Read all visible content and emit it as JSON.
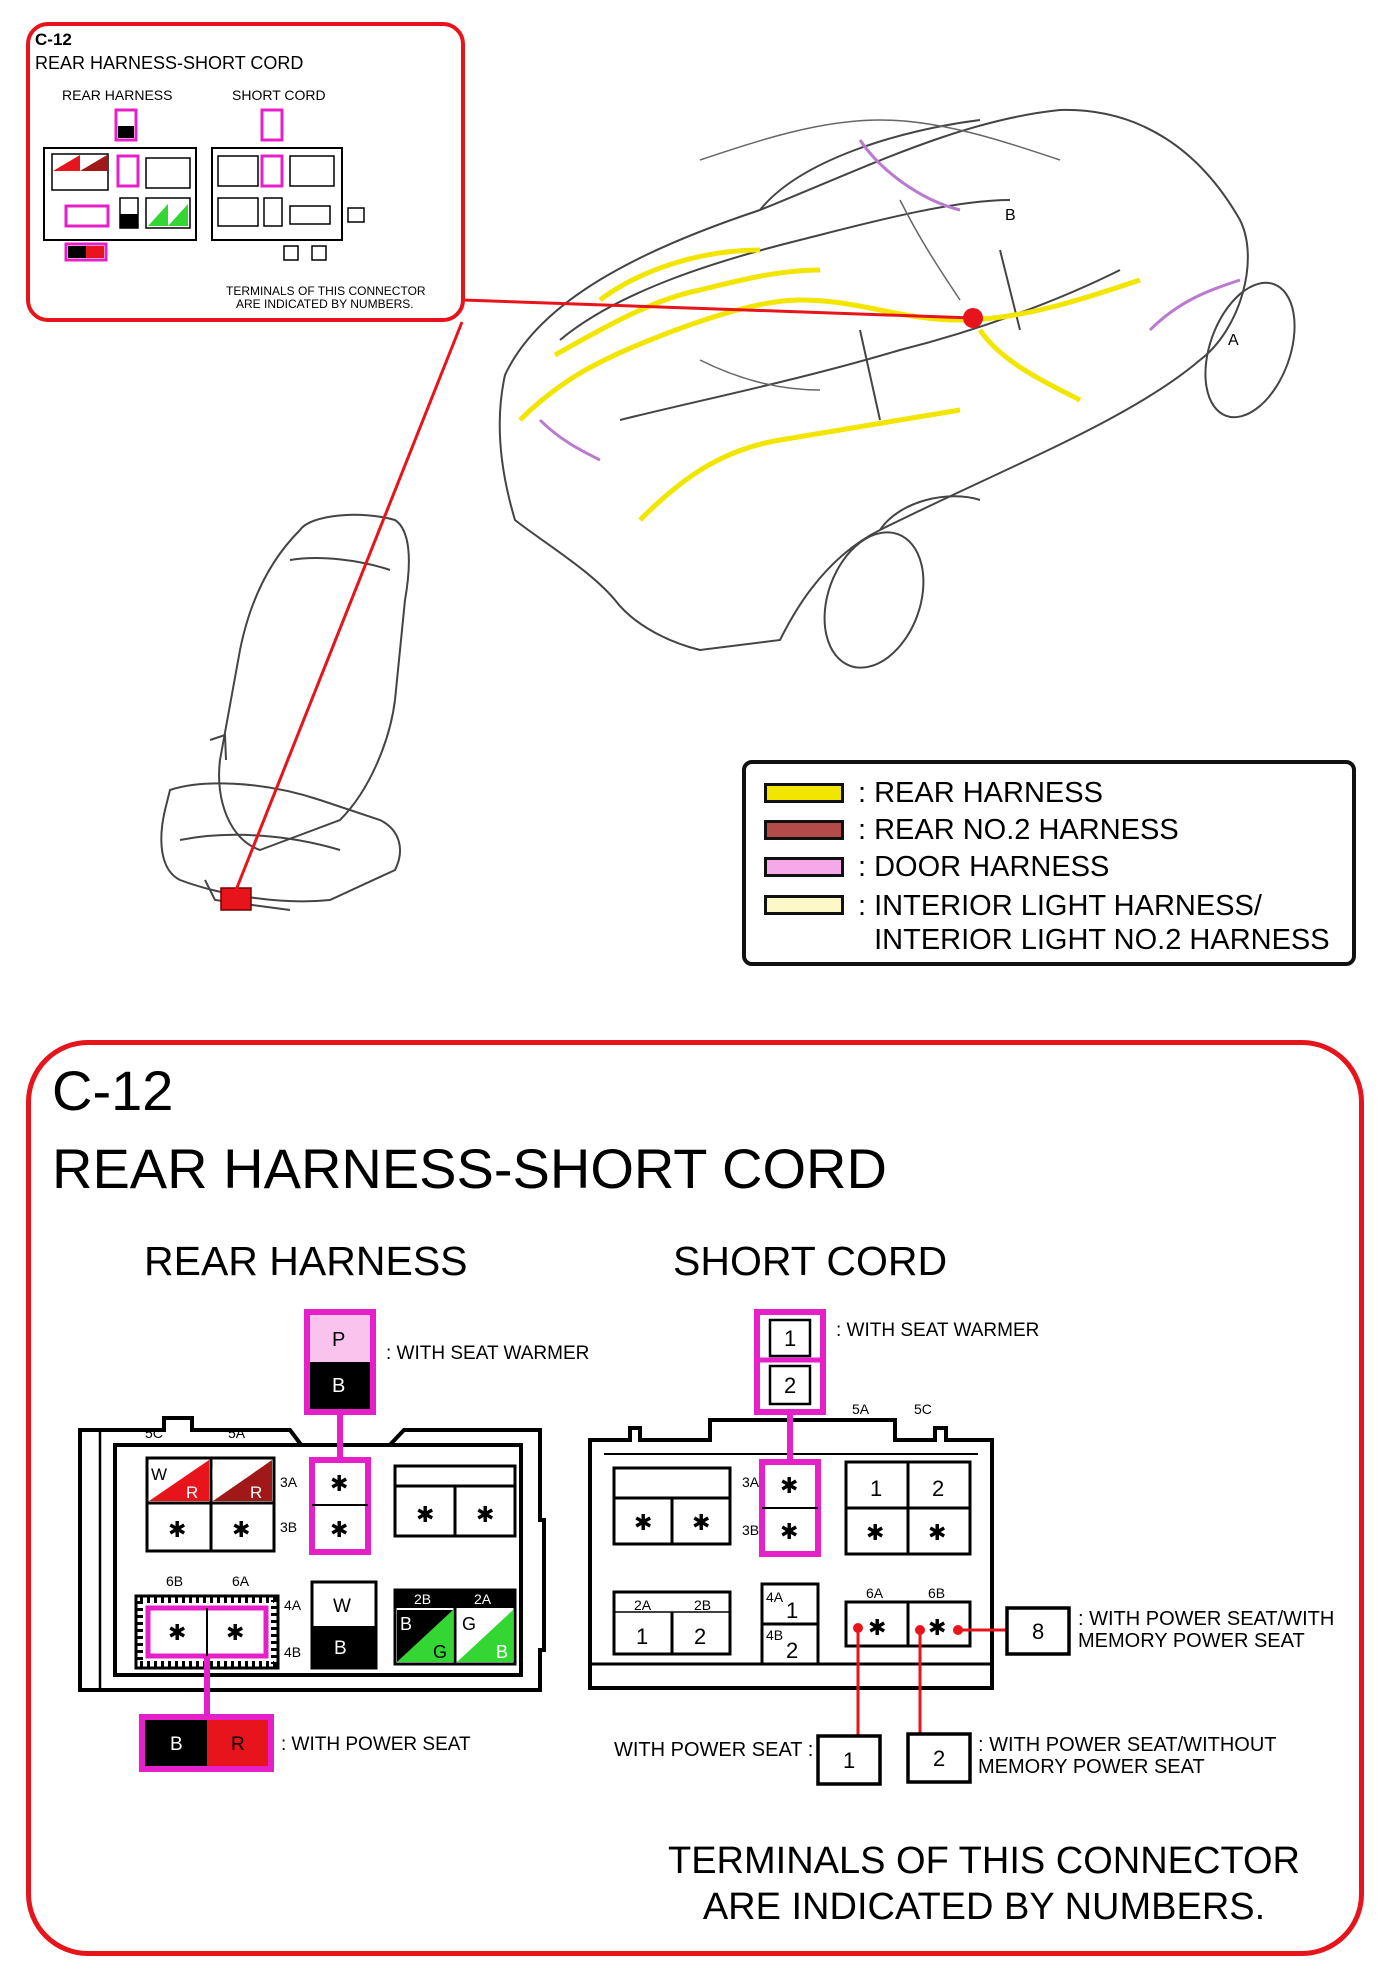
{
  "connector_id": "C-12",
  "connector_title": "REAR HARNESS-SHORT CORD",
  "rear_harness_heading": "REAR HARNESS",
  "short_cord_heading": "SHORT CORD",
  "seat_warmer_note": ": WITH SEAT WARMER",
  "power_seat_note": ": WITH POWER SEAT",
  "power_seat_with_memory_note": ": WITH POWER SEAT/WITH\nMEMORY POWER SEAT",
  "power_seat_label": "WITH POWER SEAT :",
  "power_seat_without_memory_note": ": WITH POWER SEAT/WITHOUT\nMEMORY POWER SEAT",
  "terminals_note": "TERMINALS OF THIS CONNECTOR\nARE INDICATED BY NUMBERS.",
  "star": "✱",
  "car_markers": {
    "a": "A",
    "b": "B"
  },
  "legend": [
    {
      "label": ": REAR HARNESS",
      "color": "#f2e600"
    },
    {
      "label": ": REAR NO.2 HARNESS",
      "color": "#b54a4a"
    },
    {
      "label": ": DOOR HARNESS",
      "color": "#f5a9e8"
    },
    {
      "label": ": INTERIOR LIGHT HARNESS/\n  INTERIOR LIGHT NO.2 HARNESS",
      "color": "#fdf8c8"
    }
  ],
  "rear_harness": {
    "position_labels": [
      "5C",
      "5A",
      "3A",
      "3B",
      "6B",
      "6A",
      "4A",
      "4B"
    ],
    "wire_colors": {
      "seat_warmer": [
        "P",
        "B"
      ],
      "power_seat": [
        "B",
        "R"
      ],
      "t5c": [
        "W",
        "R"
      ],
      "t5a": [
        "BR",
        "R"
      ],
      "t4": [
        "W",
        "B"
      ],
      "t2": [
        "2B",
        "2A",
        "B",
        "G",
        "G",
        "B"
      ]
    }
  },
  "short_cord": {
    "position_labels": [
      "5A",
      "5C",
      "3A",
      "3B",
      "6A",
      "6B",
      "2A",
      "2B",
      "4A",
      "4B"
    ],
    "terminal_numbers": [
      "1",
      "2",
      "1",
      "2",
      "1",
      "2",
      "1",
      "2",
      "8",
      "1",
      "2"
    ]
  },
  "colors": {
    "callout_red": "#e8141b",
    "magenta": "#e620c8",
    "wire_red": "#e8141b",
    "wire_dark_red": "#a01818",
    "wire_green": "#33d633",
    "wire_pink": "#f9c3ee",
    "harness_yellow": "#f2e600",
    "harness_purple": "#b97ad0"
  }
}
